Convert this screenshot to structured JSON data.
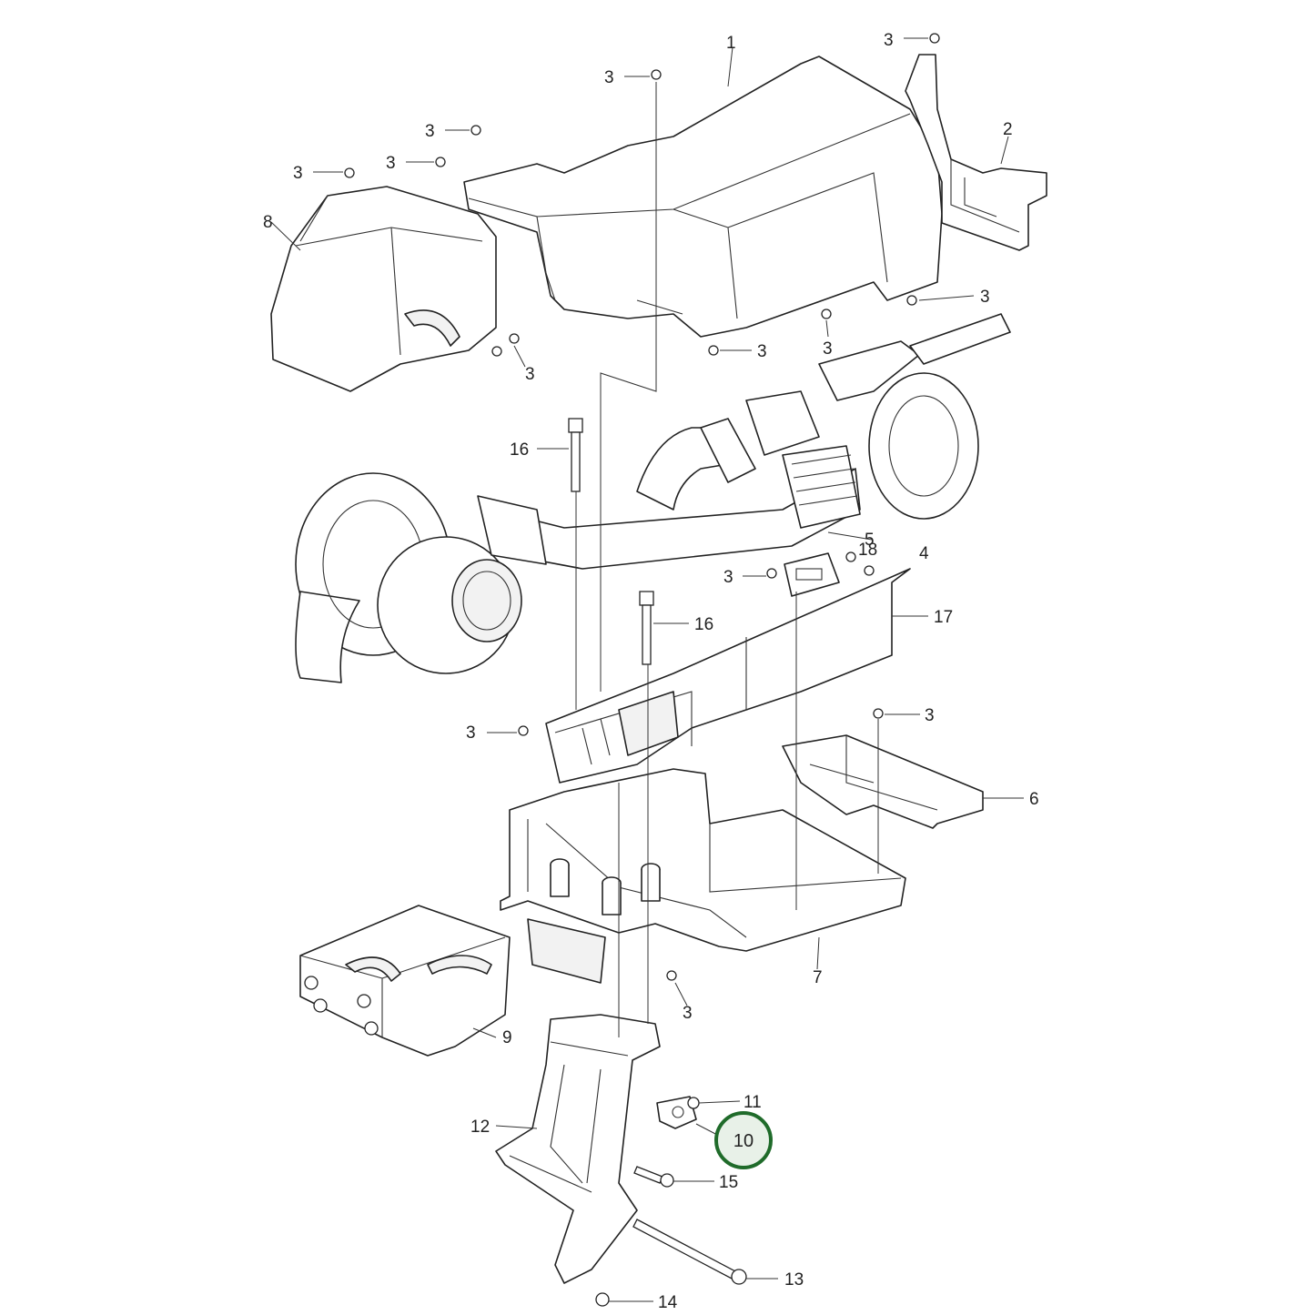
{
  "callouts": {
    "c1": "1",
    "c2": "2",
    "c3": "3",
    "c4": "4",
    "c5": "5",
    "c6": "6",
    "c7": "7",
    "c8": "8",
    "c9": "9",
    "c10": "10",
    "c11": "11",
    "c12": "12",
    "c13": "13",
    "c14": "14",
    "c15": "15",
    "c16": "16",
    "c17": "17",
    "c18": "18"
  },
  "highlight": {
    "callout": "10",
    "color": "#1f6b2a",
    "fill": "#e8f1e8"
  }
}
